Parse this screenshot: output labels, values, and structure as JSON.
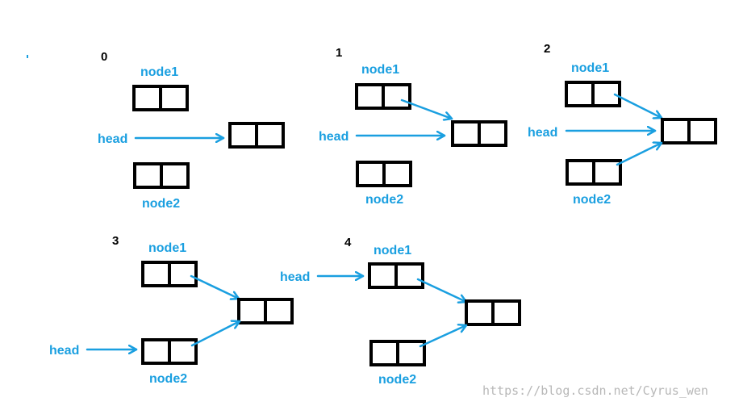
{
  "steps": [
    {
      "number": "0",
      "node1": "node1",
      "node2": "node2",
      "head": "head"
    },
    {
      "number": "1",
      "node1": "node1",
      "node2": "node2",
      "head": "head"
    },
    {
      "number": "2",
      "node1": "node1",
      "node2": "node2",
      "head": "head"
    },
    {
      "number": "3",
      "node1": "node1",
      "node2": "node2",
      "head": "head"
    },
    {
      "number": "4",
      "node1": "node1",
      "node2": "node2",
      "head": "head"
    }
  ],
  "watermark": "https://blog.csdn.net/Cyrus_wen",
  "colors": {
    "arrow": "#1a9fe0",
    "label": "#1a9fe0",
    "box": "#000000"
  }
}
